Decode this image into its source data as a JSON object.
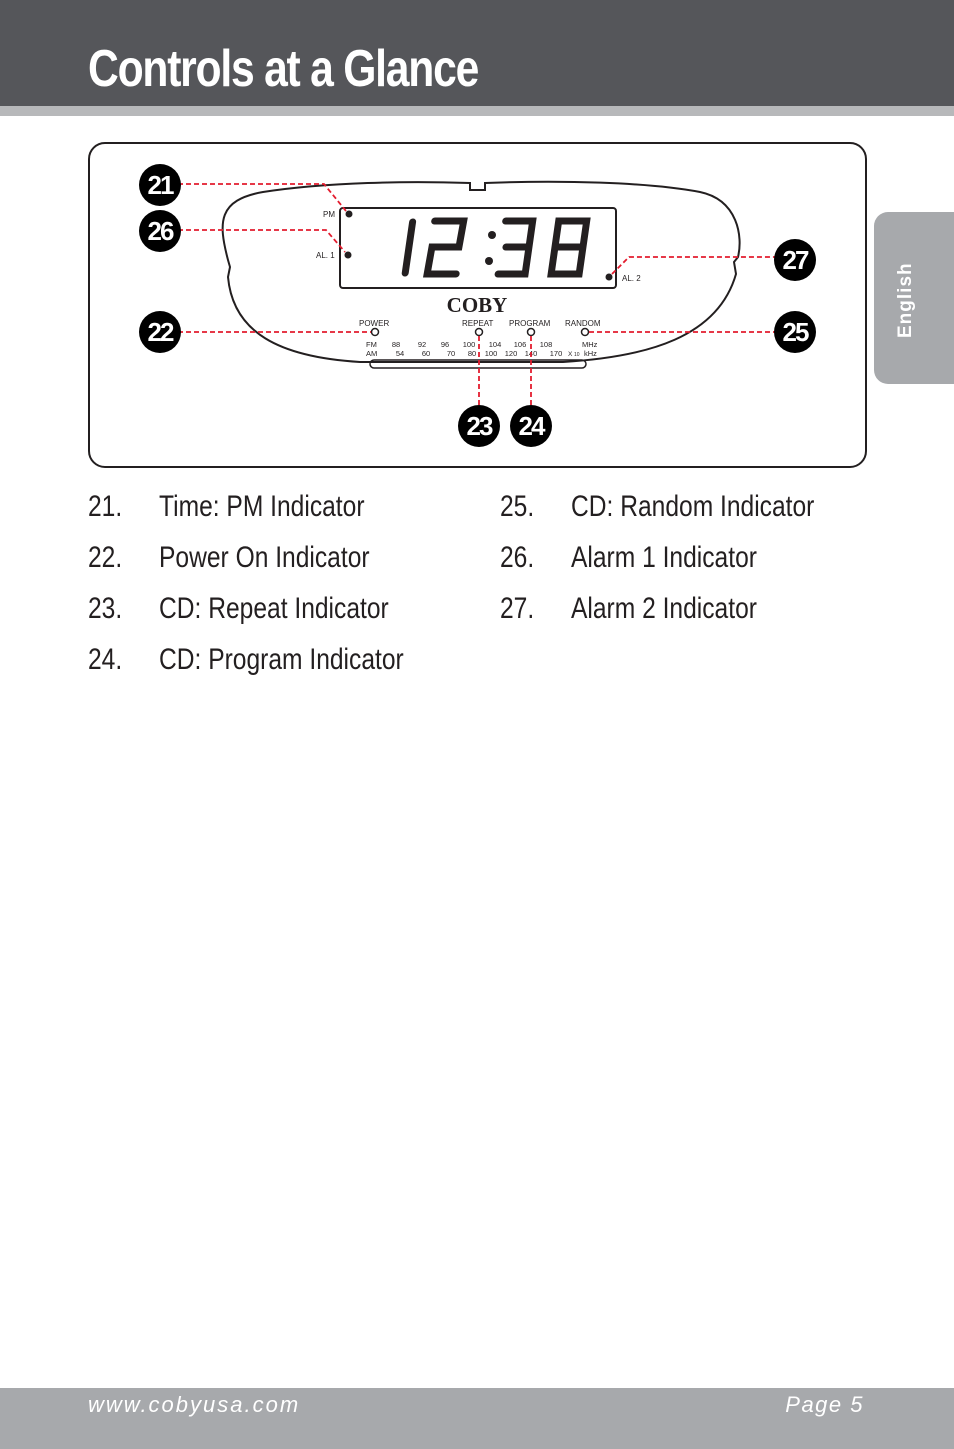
{
  "header": {
    "title": "Controls at a Glance"
  },
  "side_tab": {
    "label": "English"
  },
  "diagram": {
    "display": {
      "hour_digits": "12",
      "colon": ":",
      "minute_digits": "38"
    },
    "brand": "COBY",
    "indicators": {
      "pm": "PM",
      "al1": "AL. 1",
      "al2": "AL. 2",
      "power": "POWER",
      "repeat": "REPEAT",
      "program": "PROGRAM",
      "random": "RANDOM"
    },
    "tuner_scale": {
      "fm_label": "FM",
      "am_label": "AM",
      "fm_ticks": [
        "88",
        "92",
        "96",
        "100",
        "104",
        "106",
        "108"
      ],
      "am_ticks": [
        "54",
        "60",
        "70",
        "80",
        "100",
        "120",
        "140",
        "170"
      ],
      "fm_unit": "MHz",
      "am_unit_prefix": "X",
      "am_unit_sub": "10",
      "am_unit": "kHz"
    },
    "callouts": [
      "21",
      "26",
      "22",
      "23",
      "24",
      "27",
      "25"
    ],
    "colors": {
      "callout_line": "#e31d2f",
      "callout_badge": "#000000",
      "outline": "#231f20"
    }
  },
  "items": {
    "left": [
      {
        "num": "21.",
        "label": "Time: PM Indicator"
      },
      {
        "num": "22.",
        "label": "Power On Indicator"
      },
      {
        "num": "23.",
        "label": "CD: Repeat Indicator"
      },
      {
        "num": "24.",
        "label": "CD: Program Indicator"
      }
    ],
    "right": [
      {
        "num": "25.",
        "label": "CD: Random Indicator"
      },
      {
        "num": "26.",
        "label": "Alarm 1 Indicator"
      },
      {
        "num": "27.",
        "label": "Alarm 2 Indicator"
      }
    ]
  },
  "footer": {
    "url": "www.cobyusa.com",
    "page": "Page 5"
  }
}
